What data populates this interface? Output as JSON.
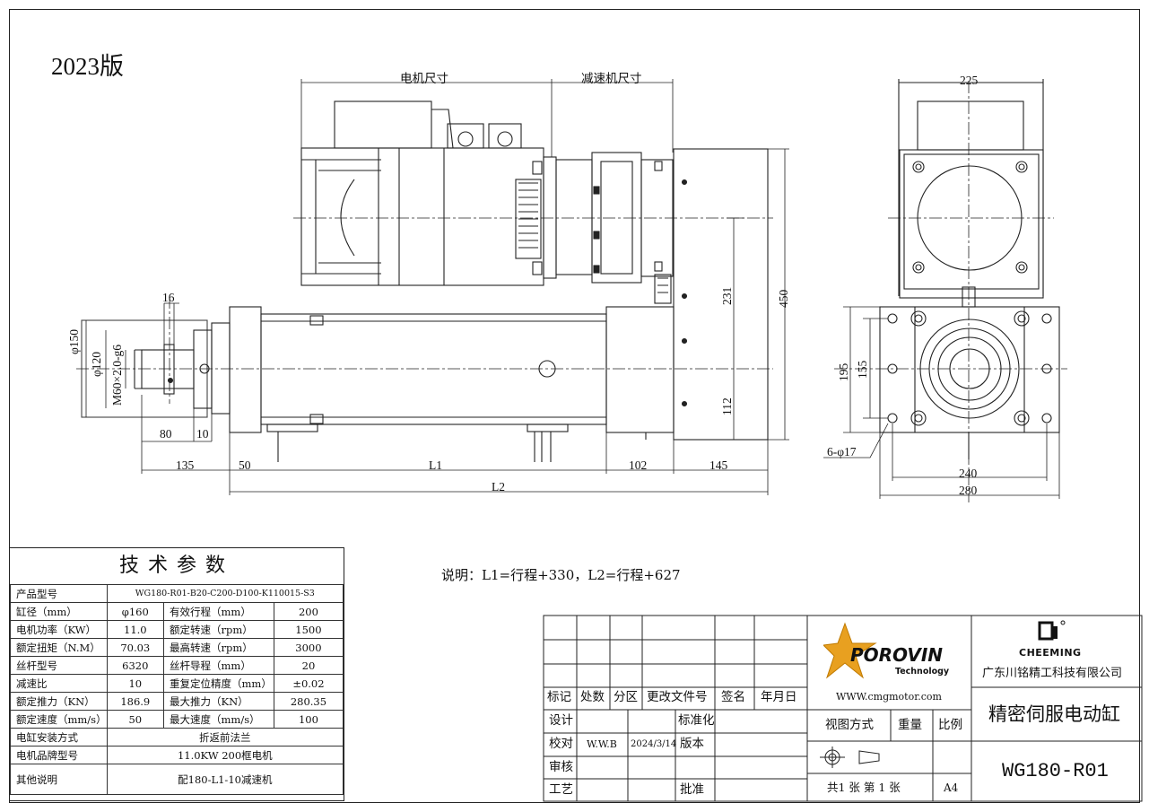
{
  "version_label": "2023版",
  "dimensions": {
    "motor_size": "电机尺寸",
    "reducer_size": "减速机尺寸",
    "d16": "16",
    "d150": "φ150",
    "d120": "φ120",
    "thread": "M60×2.0-g6",
    "d80": "80",
    "d10": "10",
    "d135": "135",
    "d50": "50",
    "L1": "L1",
    "d102": "102",
    "d145": "145",
    "L2": "L2",
    "d231": "231",
    "d112": "112",
    "d450": "450",
    "d225": "225",
    "d195": "195",
    "d155": "155",
    "holes": "6-φ17",
    "d240": "240",
    "d280": "280"
  },
  "params_table": {
    "title": "技术参数",
    "rows": [
      {
        "k1": "产品型号",
        "v_span": "WG180-R01-B20-C200-D100-K110015-S3"
      },
      {
        "k1": "缸径（mm）",
        "v1": "φ160",
        "k2": "有效行程（mm）",
        "v2": "200"
      },
      {
        "k1": "电机功率（KW）",
        "v1": "11.0",
        "k2": "额定转速（rpm）",
        "v2": "1500"
      },
      {
        "k1": "额定扭矩（N.M）",
        "v1": "70.03",
        "k2": "最高转速（rpm）",
        "v2": "3000"
      },
      {
        "k1": "丝杆型号",
        "v1": "6320",
        "k2": "丝杆导程（mm）",
        "v2": "20"
      },
      {
        "k1": "减速比",
        "v1": "10",
        "k2": "重复定位精度（mm）",
        "v2": "±0.02"
      },
      {
        "k1": "额定推力（KN）",
        "v1": "186.9",
        "k2": "最大推力（KN）",
        "v2": "280.35"
      },
      {
        "k1": "额定速度（mm/s）",
        "v1": "50",
        "k2": "最大速度（mm/s）",
        "v2": "100"
      },
      {
        "k1": "电缸安装方式",
        "v_span": "折返前法兰"
      },
      {
        "k1": "电机品牌型号",
        "v_span": "11.0KW 200框电机"
      },
      {
        "k1": "其他说明",
        "v_span": "配180-L1-10减速机"
      }
    ]
  },
  "note": "说明：L1=行程+330，L2=行程+627",
  "title_block": {
    "rev_headers": [
      "标记",
      "处数",
      "分区",
      "更改文件号",
      "签名",
      "年月日"
    ],
    "design": "设计",
    "standard": "标准化",
    "check": "校对",
    "checker": "W.W.B",
    "check_date": "2024/3/14",
    "edition": "版本",
    "review": "审核",
    "process": "工艺",
    "approve": "批准",
    "brand_logo": "POROVIN",
    "brand_sub": "Technology",
    "website": "WWW.cmgmotor.com",
    "view_method": "视图方式",
    "weight": "重量",
    "scale": "比例",
    "sheets": "共1 张 第 1 张",
    "paper": "A4",
    "company_logo": "CHEEMING",
    "company": "广东川铭精工科技有限公司",
    "product_name": "精密伺服电动缸",
    "model": "WG180-R01"
  }
}
